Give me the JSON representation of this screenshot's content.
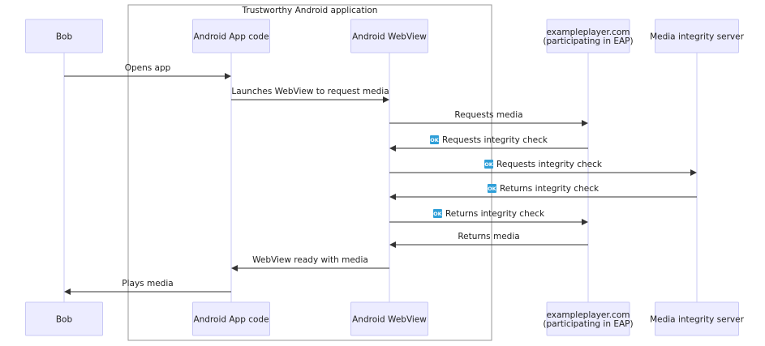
{
  "group": {
    "title": "Trustworthy Android application"
  },
  "participants": [
    {
      "id": "bob",
      "lines": [
        "Bob"
      ]
    },
    {
      "id": "app",
      "lines": [
        "Android App code"
      ]
    },
    {
      "id": "webview",
      "lines": [
        "Android WebView"
      ]
    },
    {
      "id": "player",
      "lines": [
        "exampleplayer.com",
        "(participating in EAP)"
      ]
    },
    {
      "id": "server",
      "lines": [
        "Media integrity server"
      ]
    }
  ],
  "badge": {
    "text": "OK",
    "color": "#2f9fd8"
  },
  "messages": [
    {
      "from": "bob",
      "to": "app",
      "text": "Opens app",
      "badge": false
    },
    {
      "from": "app",
      "to": "webview",
      "text": "Launches WebView to request media",
      "badge": false
    },
    {
      "from": "webview",
      "to": "player",
      "text": "Requests media",
      "badge": false
    },
    {
      "from": "player",
      "to": "webview",
      "text": "Requests integrity check",
      "badge": true
    },
    {
      "from": "webview",
      "to": "server",
      "text": "Requests integrity check",
      "badge": true
    },
    {
      "from": "server",
      "to": "webview",
      "text": "Returns integrity check",
      "badge": true
    },
    {
      "from": "webview",
      "to": "player",
      "text": "Returns integrity check",
      "badge": true
    },
    {
      "from": "player",
      "to": "webview",
      "text": "Returns media",
      "badge": false
    },
    {
      "from": "webview",
      "to": "app",
      "text": "WebView ready with media",
      "badge": false
    },
    {
      "from": "app",
      "to": "bob",
      "text": "Plays media",
      "badge": false
    }
  ]
}
